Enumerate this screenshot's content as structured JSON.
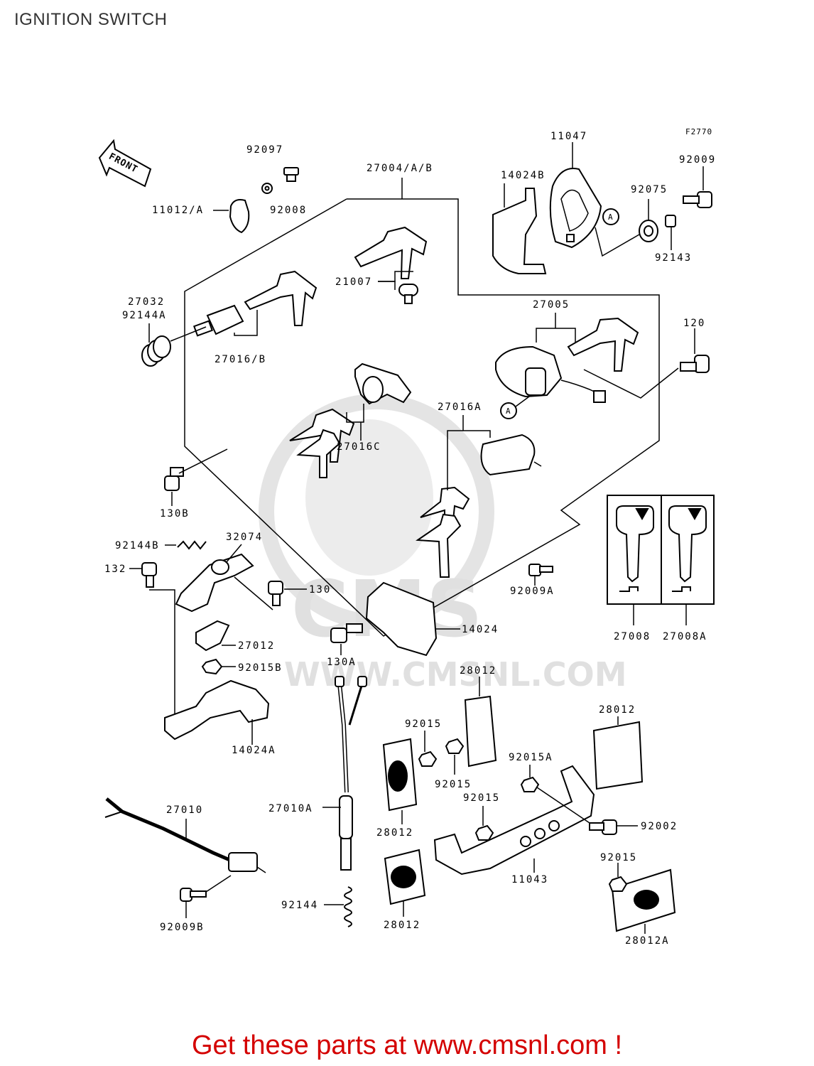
{
  "page": {
    "title": "IGNITION SWITCH"
  },
  "figure": {
    "code": "F2770",
    "front_label": "FRONT",
    "circle_marker": "A"
  },
  "parts": [
    "92097",
    "92008",
    "11012/A",
    "27004/A/B",
    "14024B",
    "11047",
    "92009",
    "92075",
    "92143",
    "21007",
    "27032",
    "92144A",
    "27016/B",
    "27005",
    "120",
    "27016C",
    "27016A",
    "130B",
    "92144B",
    "32074",
    "132",
    "130",
    "14024",
    "27012",
    "92015B",
    "130A",
    "92009A",
    "27008",
    "27008A",
    "14024A",
    "28012",
    "28012",
    "28012",
    "28012",
    "92015",
    "92015",
    "92015A",
    "92015",
    "92002",
    "92015",
    "27010",
    "27010A",
    "11043",
    "28012",
    "28012A",
    "92144",
    "92009B"
  ],
  "watermark": {
    "text": "WWW.CMSNL.COM",
    "logo": "CMS"
  },
  "footer": {
    "text": "Get these parts at www.cmsnl.com !"
  },
  "colors": {
    "footer": "#d40000",
    "watermark": "#dcdcdc",
    "line": "#000000"
  }
}
